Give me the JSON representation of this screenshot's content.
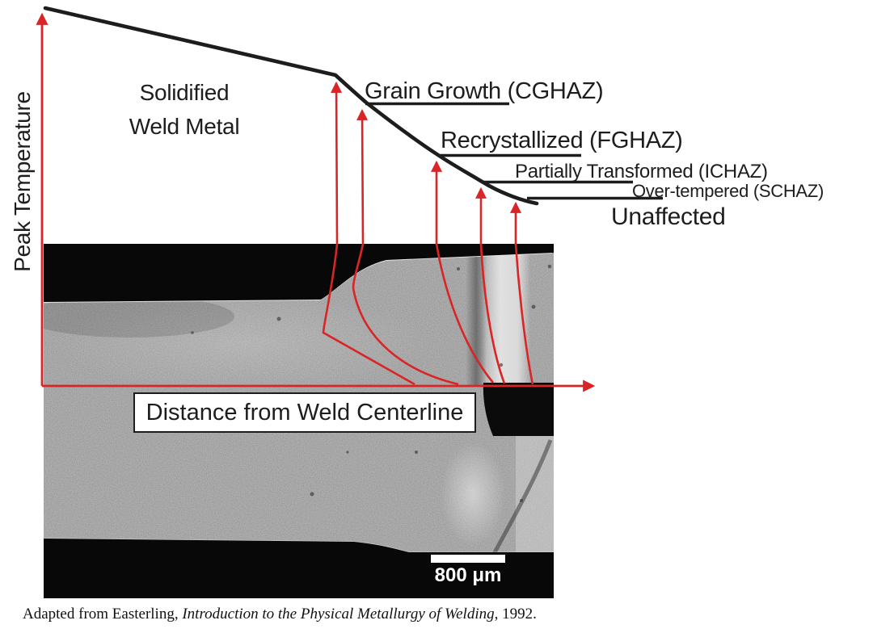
{
  "figure": {
    "y_axis_label": "Peak Temperature",
    "x_axis_label": "Distance from Weld Centerline",
    "region_labels": {
      "solidified_line1": "Solidified",
      "solidified_line2": "Weld Metal",
      "grain_growth": "Grain Growth (CGHAZ)",
      "recrystallized": "Recrystallized (FGHAZ)",
      "partially_transformed": "Partially Transformed (ICHAZ)",
      "over_tempered": "Over-tempered (SCHAZ)",
      "unaffected": "Unaffected"
    },
    "micrograph": {
      "scale_bar_label": "800 μm"
    },
    "caption": {
      "prefix": "Adapted from Easterling, ",
      "book_title": "Introduction to the Physical Metallurgy of Welding",
      "suffix": ", 1992."
    },
    "colors": {
      "annotation_red": "#d92525",
      "curve_black": "#1d1d1d"
    }
  }
}
